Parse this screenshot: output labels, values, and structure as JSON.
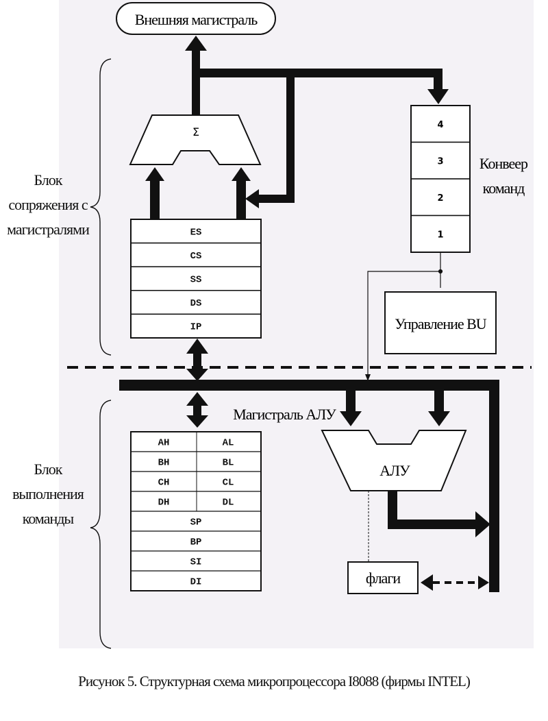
{
  "diagram": {
    "external_bus": "Внешняя магистраль",
    "sum_symbol": "Σ",
    "pipeline_label_line1": "Конвеер",
    "pipeline_label_line2": "команд",
    "pipeline_slots": [
      "4",
      "3",
      "2",
      "1"
    ],
    "bu_control": "Управление BU",
    "interface_block_line1": "Блок",
    "interface_block_line2": "сопряжения с",
    "interface_block_line3": "магистралями",
    "segment_registers": [
      "ES",
      "CS",
      "SS",
      "DS",
      "IP"
    ],
    "alu_bus": "Магистраль АЛУ",
    "alu": "АЛУ",
    "flags": "флаги",
    "exec_block_line1": "Блок",
    "exec_block_line2": "выполнения",
    "exec_block_line3": "команды",
    "gp_registers": [
      [
        "AH",
        "AL"
      ],
      [
        "BH",
        "BL"
      ],
      [
        "CH",
        "CL"
      ],
      [
        "DH",
        "DL"
      ]
    ],
    "index_registers": [
      "SP",
      "BP",
      "SI",
      "DI"
    ]
  },
  "caption": "Рисунок 5. Структурная схема микропроцессора I8088 (фирмы INTEL)"
}
